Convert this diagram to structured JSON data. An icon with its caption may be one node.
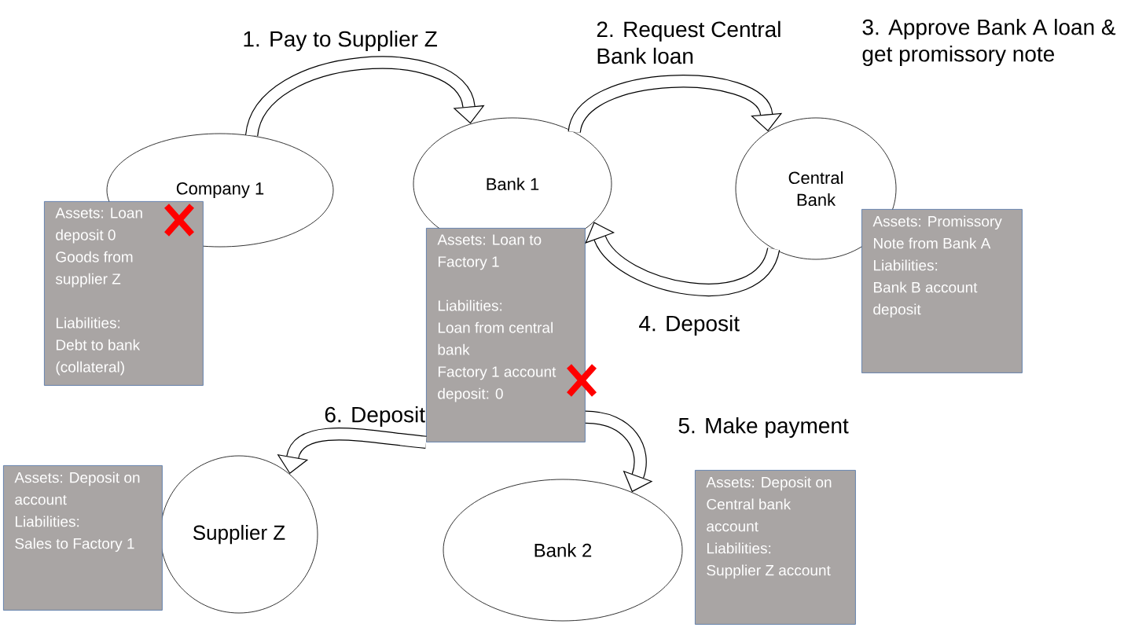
{
  "diagram": {
    "nodes": [
      {
        "text": [
          "Company 1"
        ]
      },
      {
        "text": [
          "Assets: Loan deposit 0",
          "Goods from supplier Z",
          "Liabilities:",
          "Debt to bank (collateral)"
        ]
      },
      {
        "text": [
          "Bank 1"
        ]
      },
      {
        "text": [
          "Assets: Loan to Factory 1",
          "Liabilities:",
          "Loan from central bank",
          "Factory 1 account deposit: 0"
        ]
      },
      {
        "text": [
          "Central Bank"
        ]
      },
      {
        "text": [
          "Assets: Promissory Note from Bank A",
          "Liabilities:",
          "Bank B  account deposit"
        ]
      },
      {
        "text": [
          "Supplier Z"
        ]
      },
      {
        "text": [
          "Assets: Deposit on account",
          "Liabilities:",
          "Sales to Factory 1"
        ]
      },
      {
        "text": [
          "Bank 2"
        ]
      },
      {
        "text": [
          "Assets: Deposit on Central bank account",
          "Liabilities:",
          "Supplier Z account"
        ]
      }
    ],
    "edges": [
      {
        "from": 0,
        "to": 2,
        "arrow": "to",
        "label": "1. Pay to Supplier Z"
      },
      {
        "from": 2,
        "to": 4,
        "arrow": "to",
        "label": "2. Request Central Bank loan"
      },
      {
        "from": 4,
        "to": 2,
        "arrow": "to",
        "label": "4. Deposit"
      },
      {
        "from": 3,
        "to": 8,
        "arrow": "to",
        "label": "5. Make payment"
      },
      {
        "from": 3,
        "to": 6,
        "arrow": "to",
        "label": "6. Deposit"
      }
    ],
    "labels": [
      "3. Approve Bank A loan & get promissory note"
    ]
  }
}
